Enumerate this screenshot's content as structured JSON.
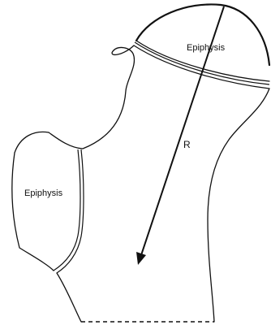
{
  "diagram": {
    "epiphysis_head_label": "Epiphysis",
    "epiphysis_trochanter_label": "Epiphysis",
    "radius_label": "R"
  }
}
